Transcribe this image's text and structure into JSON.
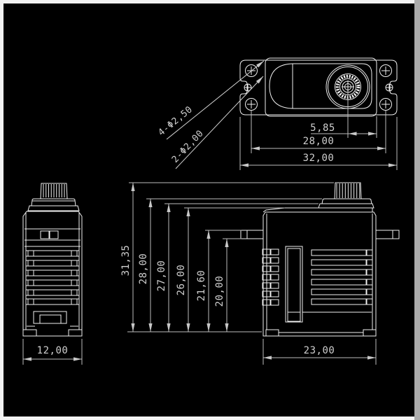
{
  "views": {
    "top": {
      "leader_large_holes": "4-Φ2,50",
      "leader_small_holes": "2-Φ2,00",
      "dim_spline_offset": "5,85",
      "dim_hole_spacing": "28,00",
      "dim_flange_width": "32,00"
    },
    "side": {
      "dim_width": "12,00"
    },
    "front": {
      "dim_height_total": "31,35",
      "dim_height_28": "28,00",
      "dim_height_27": "27,00",
      "dim_height_26": "26,00",
      "dim_height_21_6": "21,60",
      "dim_height_20": "20,00",
      "dim_width": "23,00"
    }
  },
  "colors": {
    "background": "#000000",
    "geometry_line": "#f0f0f0",
    "dimension_line": "#bdbdbd",
    "text": "#cfcfcf",
    "frame": "#f2f2f2",
    "frame_right": "#ababab"
  }
}
